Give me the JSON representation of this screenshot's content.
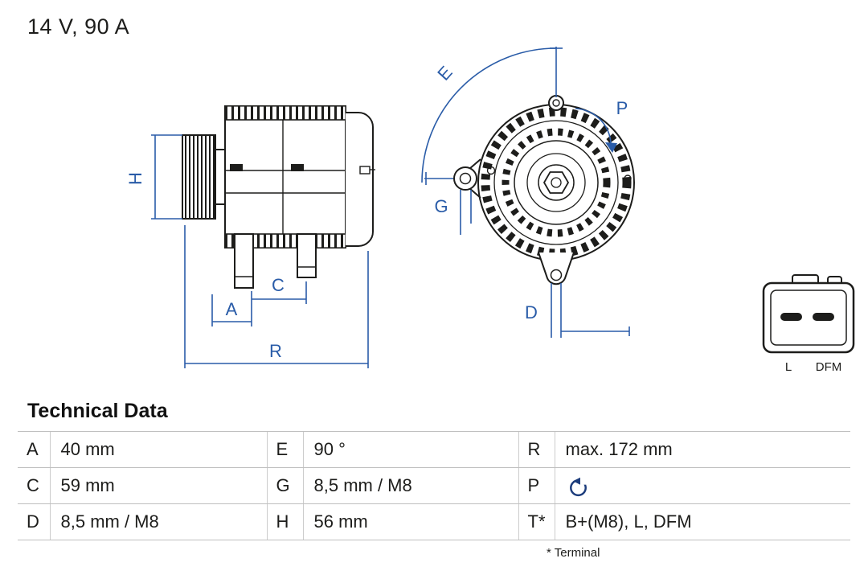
{
  "title": "14 V, 90 A",
  "colors": {
    "dimension_blue": "#2a5ca8",
    "drawing_black": "#1d1d1b",
    "table_rule_gray": "#bfbfbf"
  },
  "drawing": {
    "dimension_labels": {
      "H": "H",
      "A": "A",
      "C": "C",
      "R": "R",
      "E": "E",
      "G": "G",
      "P": "P",
      "D": "D"
    },
    "connector_labels": [
      "L",
      "DFM"
    ]
  },
  "table": {
    "heading": "Technical Data",
    "footnote": "* Terminal",
    "rows": [
      {
        "cells": [
          {
            "key": "A",
            "value": "40 mm"
          },
          {
            "key": "E",
            "value": "90 °"
          },
          {
            "key": "R",
            "value": "max. 172 mm"
          }
        ]
      },
      {
        "cells": [
          {
            "key": "C",
            "value": "59 mm"
          },
          {
            "key": "G",
            "value": "8,5 mm / M8"
          },
          {
            "key": "P",
            "value": "",
            "icon": "ccw-rotation-icon"
          }
        ]
      },
      {
        "cells": [
          {
            "key": "D",
            "value": "8,5 mm / M8"
          },
          {
            "key": "H",
            "value": "56 mm"
          },
          {
            "key": "T*",
            "value": "B+(M8), L, DFM"
          }
        ]
      }
    ]
  }
}
